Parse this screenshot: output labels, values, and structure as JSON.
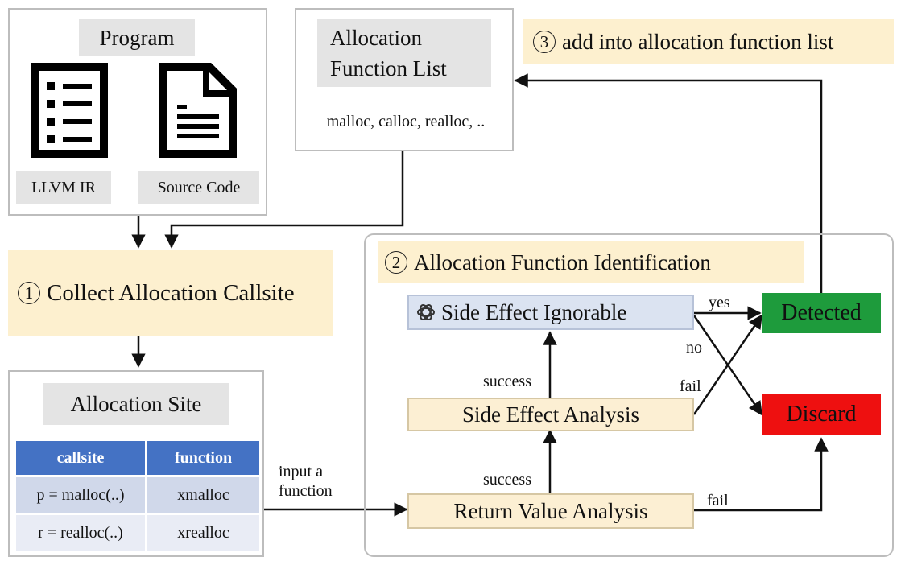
{
  "program": {
    "title": "Program",
    "llvm_label": "LLVM IR",
    "source_label": "Source Code"
  },
  "alloc_list": {
    "title_line1": "Allocation",
    "title_line2": "Function List",
    "items": "malloc, calloc, realloc, .."
  },
  "step3": {
    "num": "3",
    "label": "add into allocation function list"
  },
  "step1": {
    "num": "1",
    "label": "Collect Allocation Callsite"
  },
  "alloc_site": {
    "title": "Allocation Site",
    "headers": [
      "callsite",
      "function"
    ],
    "rows": [
      [
        "p = malloc(..)",
        "xmalloc"
      ],
      [
        "r = realloc(..)",
        "xrealloc"
      ]
    ]
  },
  "input_label_line1": "input a",
  "input_label_line2": "function",
  "step2": {
    "num": "2",
    "label": "Allocation Function Identification"
  },
  "nodes": {
    "side_effect_ignorable": "Side Effect Ignorable",
    "side_effect_analysis": "Side Effect Analysis",
    "return_value_analysis": "Return Value Analysis",
    "detected": "Detected",
    "discard": "Discard"
  },
  "edge_labels": {
    "yes": "yes",
    "no": "no",
    "fail_side": "fail",
    "fail_return": "fail",
    "success_top": "success",
    "success_bottom": "success"
  },
  "colors": {
    "detected": "#1e9b3c",
    "discard": "#ee1010",
    "header_blue": "#4472c4",
    "ignorable_fill": "#dbe3f1"
  },
  "icons": {
    "program_list": "list-document-icon",
    "source": "file-text-icon",
    "llm": "openai-logo-icon"
  }
}
